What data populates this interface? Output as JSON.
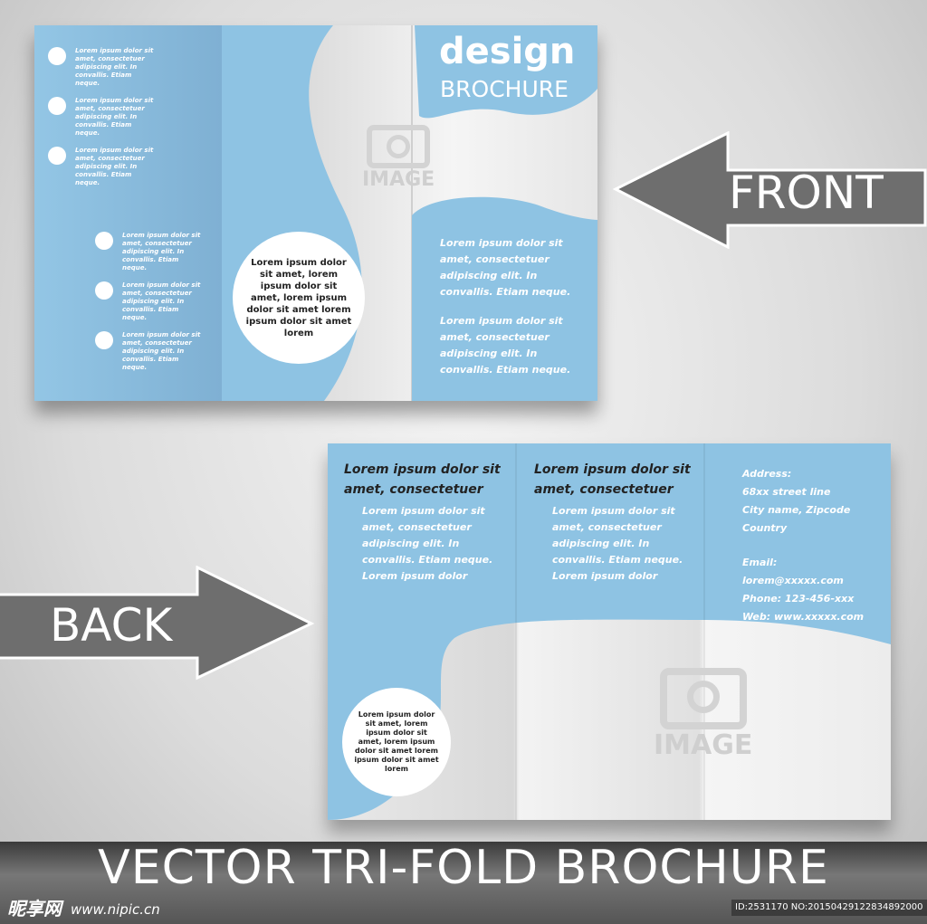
{
  "front": {
    "title_bold": "design",
    "title_sub": "BROCHURE",
    "bullets": [
      "Lorem ipsum dolor sit amet, consectetuer adipiscing elit. In convallis. Etiam neque.",
      "Lorem ipsum dolor sit amet, consectetuer adipiscing elit. In convallis. Etiam neque.",
      "Lorem ipsum dolor sit amet, consectetuer adipiscing elit. In convallis. Etiam neque."
    ],
    "bullets2": [
      "Lorem ipsum dolor sit amet, consectetuer adipiscing elit. In convallis. Etiam neque.",
      "Lorem ipsum dolor sit amet, consectetuer adipiscing elit. In convallis. Etiam neque.",
      "Lorem ipsum dolor sit amet, consectetuer adipiscing elit. In convallis. Etiam neque."
    ],
    "circle_text": "Lorem ipsum dolor sit amet, lorem ipsum dolor sit amet, lorem ipsum dolor sit amet lorem ipsum dolor sit amet lorem",
    "para1": "Lorem ipsum dolor sit amet, consectetuer adipiscing elit. In convallis. Etiam neque.",
    "para2": "Lorem ipsum dolor sit amet, consectetuer adipiscing elit. In convallis. Etiam neque.",
    "image_label": "IMAGE"
  },
  "back": {
    "col1_heading": "Lorem ipsum dolor sit amet, consectetuer",
    "col1_body": "Lorem ipsum dolor sit amet, consectetuer adipiscing elit. In convallis. Etiam neque. Lorem ipsum dolor",
    "col2_heading": "Lorem ipsum dolor sit amet, consectetuer",
    "col2_body": "Lorem ipsum dolor sit amet, consectetuer adipiscing elit. In convallis. Etiam neque. Lorem ipsum dolor",
    "address_label": "Address:",
    "address_line1": "68xx street line",
    "address_line2": "City name, Zipcode",
    "address_line3": "Country",
    "email_label": "Email:",
    "email": "lorem@xxxxx.com",
    "phone": "Phone: 123-456-xxx",
    "web": "Web: www.xxxxx.com",
    "circle_text": "Lorem ipsum dolor sit amet, lorem ipsum dolor sit amet, lorem ipsum dolor sit amet lorem ipsum dolor sit amet lorem",
    "image_label": "IMAGE"
  },
  "arrows": {
    "front": "FRONT",
    "back": "BACK"
  },
  "banner": {
    "title": "VECTOR TRI-FOLD BROCHURE",
    "watermark_logo": "昵享网",
    "watermark_url": "www.nipic.cn",
    "watermark_id": "ID:2531170 NO:20150429122834892000"
  },
  "colors": {
    "blue": "#8ec3e3",
    "dark_blue": "#7aaed0",
    "gray_arrow": "#6e6e6e"
  }
}
